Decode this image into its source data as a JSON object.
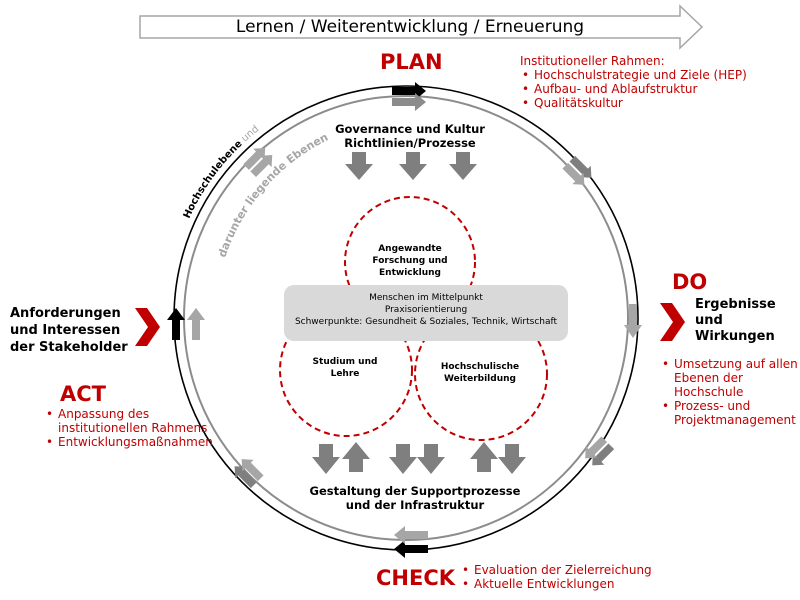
{
  "banner": "Lernen / Weiterentwicklung / Erneuerung",
  "plan": {
    "title": "PLAN",
    "frame_heading": "Institutioneller Rahmen:",
    "items": [
      "Hochschulstrategie und Ziele (HEP)",
      "Aufbau- und Ablaufstruktur",
      "Qualitätskultur"
    ]
  },
  "do": {
    "title": "DO",
    "heading_line1": "Ergebnisse",
    "heading_line2": "und",
    "heading_line3": "Wirkungen",
    "items": [
      "Umsetzung auf allen Ebenen der Hochschule",
      "Prozess- und Projektmanagement"
    ]
  },
  "check": {
    "title": "CHECK",
    "items": [
      "Evaluation der Zielerreichung",
      "Aktuelle Entwicklungen"
    ]
  },
  "act": {
    "title": "ACT",
    "items": [
      "Anpassung  des institutionellen Rahmens",
      "Entwicklungsmaßnahmen"
    ]
  },
  "stakeholder": {
    "line1": "Anforderungen",
    "line2": "und Interessen",
    "line3": "der Stakeholder"
  },
  "governance": {
    "line1": "Governance und Kultur",
    "line2": "Richtlinien/Prozesse"
  },
  "support": {
    "line1": "Gestaltung der Supportprozesse",
    "line2": "und der Infrastruktur"
  },
  "levels": {
    "outer_bold": "Hochschulebene",
    "outer_light": "und",
    "inner": "darunter liegende Ebenen"
  },
  "circles": {
    "research": [
      "Angewandte",
      "Forschung und",
      "Entwicklung"
    ],
    "study": [
      "Studium und",
      "Lehre"
    ],
    "further": [
      "Hochschulische",
      "Weiterbildung"
    ]
  },
  "center": {
    "line1": "Menschen im Mittelpunkt",
    "line2": "Praxisorientierung",
    "line3": "Schwerpunkte: Gesundheit & Soziales, Technik, Wirtschaft"
  },
  "colors": {
    "accent_red": "#c00000",
    "arrow_gray": "#7f7f7f",
    "light_gray": "#a6a6a6",
    "center_box": "#d9d9d9"
  }
}
